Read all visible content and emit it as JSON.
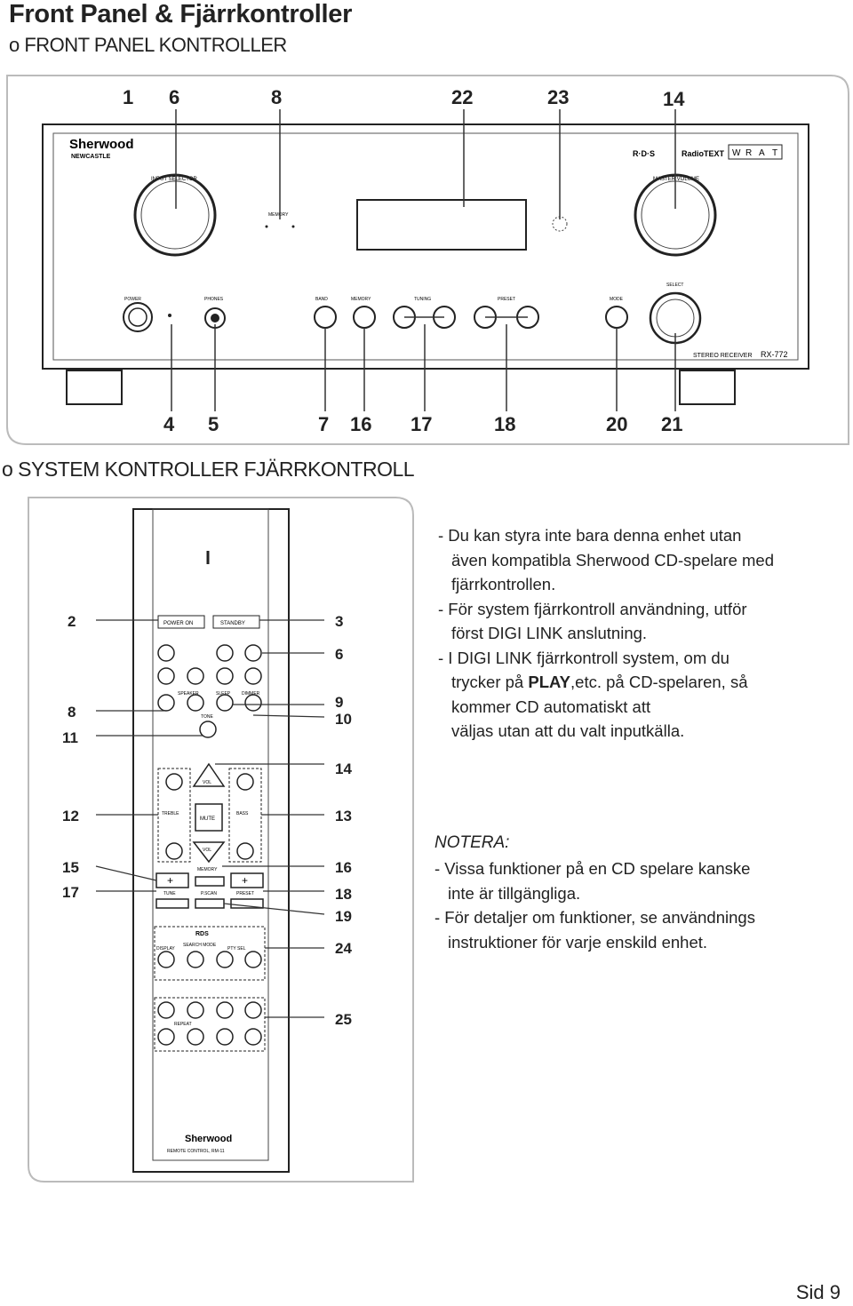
{
  "title": "Front Panel & Fjärrkontroller",
  "section1": "o FRONT PANEL KONTROLLER",
  "section2": "o SYSTEM KONTROLLER FJÄRRKONTROLL",
  "front_panel": {
    "brand": "Sherwood",
    "brand_sub": "NEWCASTLE",
    "input_selector": "INPUT SELECTOR",
    "master_volume": "MASTER VOLUME",
    "memory": "MEMORY",
    "rds": "R·D·S",
    "radiotext": "RadioTEXT",
    "wrat": [
      "W",
      "R",
      "A",
      "T"
    ],
    "labels": {
      "power": "POWER",
      "phones": "PHONES",
      "band": "BAND",
      "memory_btn": "MEMORY",
      "tuning": "TUNING",
      "preset": "PRESET",
      "mode": "MODE",
      "select": "SELECT"
    },
    "model_text": "STEREO RECEIVER",
    "model_no": "RX-772",
    "callouts_top": [
      "1",
      "6",
      "8",
      "22",
      "23",
      "14"
    ],
    "callouts_bottom": [
      "4",
      "5",
      "7",
      "16",
      "17",
      "18",
      "20",
      "21"
    ]
  },
  "remote": {
    "power_on": "POWER ON",
    "standby": "STANDBY",
    "speaker": "SPEAKER",
    "sleep": "SLEEP",
    "dimmer": "DIMMER",
    "tone": "TONE",
    "treble": "TREBLE",
    "bass": "BASS",
    "mute": "MUTE",
    "vol": "VOL",
    "memory": "MEMORY",
    "tune": "TUNE",
    "p_scan": "P.SCAN",
    "preset": "PRESET",
    "rds_label": "RDS",
    "display": "DISPLAY",
    "search_mode": "SEARCH MODE",
    "pty_sel": "PTY SEL",
    "repeat": "REPEAT",
    "brand": "Sherwood",
    "model": "REMOTE CONTROL, RM-11",
    "callouts_left": [
      "2",
      "8",
      "11",
      "12",
      "15",
      "17"
    ],
    "callouts_right": [
      "3",
      "6",
      "9",
      "10",
      "14",
      "13",
      "16",
      "18",
      "19",
      "24",
      "25"
    ]
  },
  "text": {
    "lines": [
      "- Du kan styra inte bara denna enhet utan",
      "  även kompatibla Sherwood CD-spelare med",
      "  fjärrkontrollen.",
      "- För system fjärrkontroll användning, utför",
      "  först DIGI LINK anslutning.",
      "- I DIGI LINK fjärrkontroll system, om du",
      "  trycker på ",
      "PLAY",
      ",etc. på CD-spelaren, så",
      "  kommer CD automatiskt att",
      "  väljas utan att du valt inputkälla."
    ],
    "note_heading": "NOTERA:",
    "note_lines": [
      "- Vissa funktioner på en CD spelare kanske",
      "  inte är tillgängliga.",
      "- För detaljer om funktioner, se användnings",
      "  instruktioner för varje enskild enhet."
    ]
  },
  "page_number": "Sid 9"
}
